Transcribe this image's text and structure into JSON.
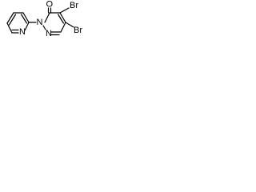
{
  "diagram": {
    "atoms": {
      "O": "O",
      "N1": "N",
      "N2": "N",
      "N_pyr": "N",
      "Br1": "Br",
      "Br2": "Br"
    }
  }
}
